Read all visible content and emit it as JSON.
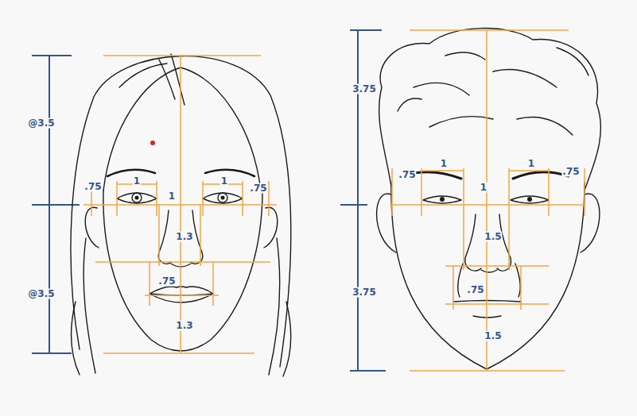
{
  "diagram": {
    "labels": [
      "@3.5",
      ".75",
      "1",
      "1",
      "1",
      ".75",
      "1.3",
      ".75",
      "1.3",
      "@3.5",
      "3.75",
      ".75",
      "1",
      "1",
      "1",
      ".75",
      "1.5",
      ".75",
      "1.5",
      "3.75"
    ]
  }
}
